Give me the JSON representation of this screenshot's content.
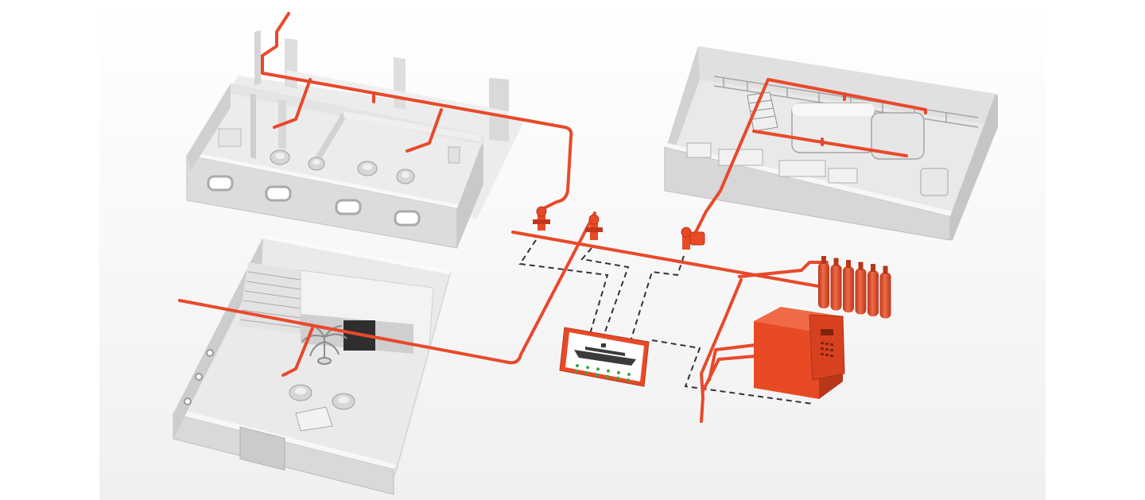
{
  "colors": {
    "background": "#f4f4f4",
    "frame_margin": "#ffffff",
    "pipe": "#e8492b",
    "pipe_dark": "#c4361c",
    "equipment": "#e84a26",
    "equipment_dark": "#b8371a",
    "wall_top": "#f7f7f7",
    "wall_front": "#dcdcdc",
    "wall_side": "#c9c9c9",
    "floor": "#ececec",
    "signal_line": "#333333",
    "panel_screen": "#ffffff",
    "panel_indicator": "#3aa64a"
  },
  "components": [
    "accommodation-cabins",
    "engine-room",
    "public-lounge",
    "section-valves",
    "gas-cylinder-bank",
    "pump-unit",
    "control-panel-ship-mimic"
  ],
  "icons": [
    "ship-icon",
    "status-led-icon",
    "armchair-icon",
    "palm-plant-icon",
    "cylinder-icon"
  ],
  "panel": {
    "indicator_count": 12
  },
  "cylinders": {
    "count": 6
  }
}
